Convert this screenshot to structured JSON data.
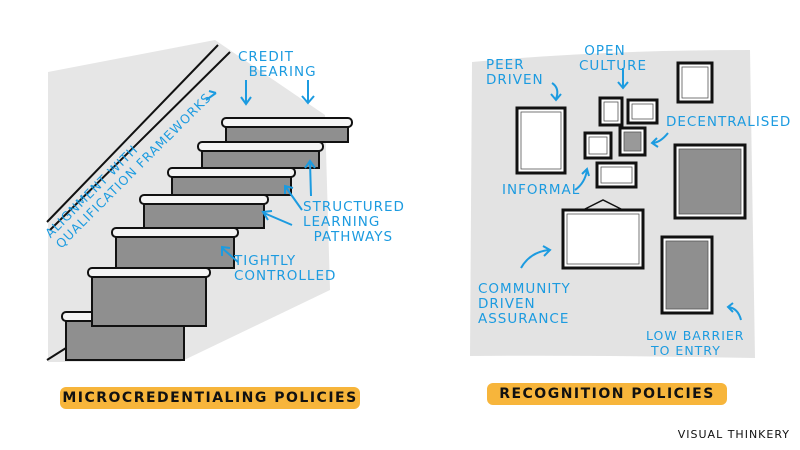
{
  "left_panel": {
    "title": "MICROCREDENTIALING POLICIES",
    "labels": {
      "alignment": "ALIGNMENT WITH\nQUALIFICATION FRAMEWORKS",
      "credit": "CREDIT\n  BEARING",
      "structured": "STRUCTURED\nLEARNING\n  PATHWAYS",
      "tightly": "TIGHTLY\nCONTROLLED"
    }
  },
  "right_panel": {
    "title": "RECOGNITION POLICIES",
    "labels": {
      "peer": "PEER\nDRIVEN",
      "open": " OPEN\nCULTURE",
      "decentralised": "DECENTRALISED",
      "informal": "INFORMAL",
      "community": "COMMUNITY\nDRIVEN\nASSURANCE",
      "low_barrier": "LOW BARRIER\n TO ENTRY"
    }
  },
  "credit": "VISUAL THINKERY",
  "colors": {
    "label_blue": "#1c9be0",
    "banner_orange": "#f7b53b",
    "shade_gray": "#e6e6e6",
    "riser_gray": "#8f8f8f"
  }
}
